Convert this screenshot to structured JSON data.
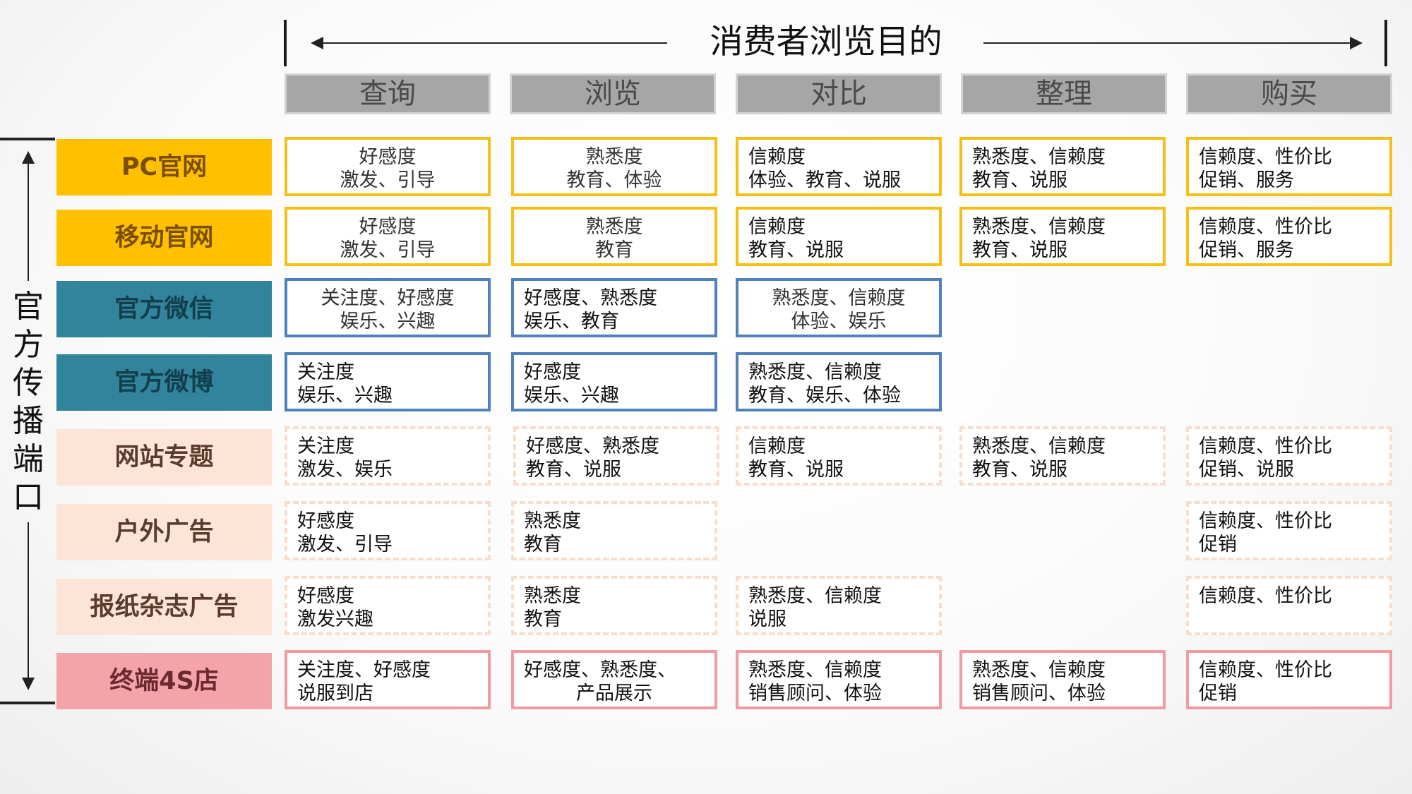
{
  "header": {
    "title": "消费者浏览目的"
  },
  "side": {
    "label": [
      "官",
      "方",
      "传",
      "播",
      "端",
      "口"
    ]
  },
  "columns": [
    "查询",
    "浏览",
    "对比",
    "整理",
    "购买"
  ],
  "colors": {
    "gold": "#FFC000",
    "teal": "#31849B",
    "peach": "#FCE4D6",
    "pink": "#F4A3A8",
    "header_gray": "#A6A6A6"
  },
  "rows": [
    {
      "label": "PC官网",
      "cells": [
        [
          "好感度",
          "激发、引导"
        ],
        [
          "熟悉度",
          "教育、体验"
        ],
        [
          "信赖度",
          "体验、教育、说服"
        ],
        [
          "熟悉度、信赖度",
          "教育、说服"
        ],
        [
          "信赖度、性价比",
          "促销、服务"
        ]
      ]
    },
    {
      "label": "移动官网",
      "cells": [
        [
          "好感度",
          "激发、引导"
        ],
        [
          "熟悉度",
          "教育"
        ],
        [
          "信赖度",
          "教育、说服"
        ],
        [
          "熟悉度、信赖度",
          "教育、说服"
        ],
        [
          "信赖度、性价比",
          "促销、服务"
        ]
      ]
    },
    {
      "label": "官方微信",
      "cells": [
        [
          "关注度、好感度",
          "娱乐、兴趣"
        ],
        [
          "好感度、熟悉度",
          "娱乐、教育"
        ],
        [
          "熟悉度、信赖度",
          "体验、娱乐"
        ]
      ]
    },
    {
      "label": "官方微博",
      "cells": [
        [
          "关注度",
          "娱乐、兴趣"
        ],
        [
          "好感度",
          "娱乐、兴趣"
        ],
        [
          "熟悉度、信赖度",
          "教育、娱乐、体验"
        ]
      ]
    },
    {
      "label": "网站专题",
      "cells": [
        [
          "关注度",
          "激发、娱乐"
        ],
        [
          "好感度、熟悉度",
          "教育、说服"
        ],
        [
          "信赖度",
          "教育、说服"
        ],
        [
          "熟悉度、信赖度",
          "教育、说服"
        ],
        [
          "信赖度、性价比",
          "促销、说服"
        ]
      ]
    },
    {
      "label": "户外广告",
      "cells": [
        [
          "好感度",
          "激发、引导"
        ],
        [
          "熟悉度",
          "教育"
        ],
        [],
        [],
        [
          "信赖度、性价比",
          "促销"
        ]
      ]
    },
    {
      "label": "报纸杂志广告",
      "cells": [
        [
          "好感度",
          "激发兴趣"
        ],
        [
          "熟悉度",
          "教育"
        ],
        [
          "熟悉度、信赖度",
          "说服"
        ],
        [],
        [
          "信赖度、性价比"
        ]
      ]
    },
    {
      "label": "终端4S店",
      "cells": [
        [
          "关注度、好感度",
          "说服到店"
        ],
        [
          "好感度、熟悉度、",
          "产品展示"
        ],
        [
          "熟悉度、信赖度",
          "销售顾问、体验"
        ],
        [
          "熟悉度、信赖度",
          "销售顾问、体验"
        ],
        [
          "信赖度、性价比",
          "促销"
        ]
      ]
    }
  ]
}
